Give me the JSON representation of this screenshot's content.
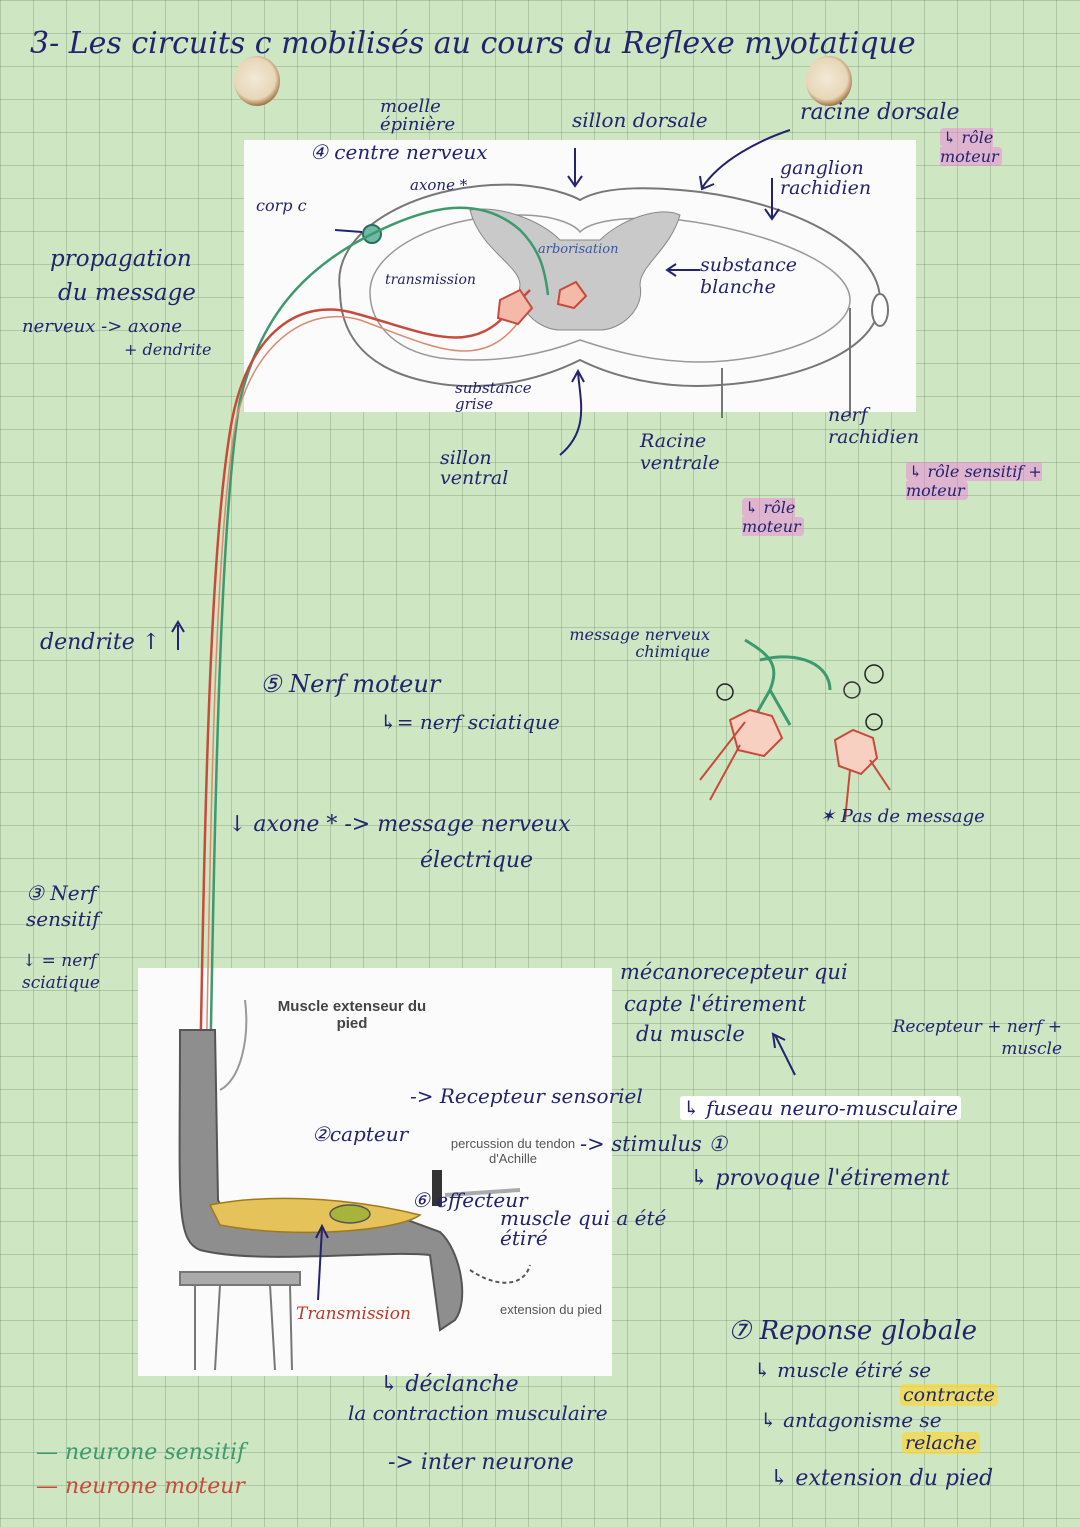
{
  "title": "3- Les circuits c mobilisés au cours du Reflexe myotatique",
  "spinal": {
    "moelle": "moelle épinière",
    "centre": "④ centre nerveux",
    "sillon_dorsale": "sillon dorsale",
    "racine_dorsale": "racine dorsale",
    "racine_dorsale_role": "↳ rôle moteur",
    "ganglion": "ganglion rachidien",
    "corps": "corp c",
    "axone_top": "axone *",
    "arborisation": "arborisation",
    "transmission": "transmission",
    "substance_blanche": "substance blanche",
    "substance_grise": "substance grise",
    "sillon_ventral": "sillon ventral",
    "racine_ventrale": "Racine ventrale",
    "racine_ventrale_role": "↳ rôle moteur",
    "nerf_rachidien": "nerf rachidien",
    "nerf_rachidien_role": "↳ rôle sensitif + moteur"
  },
  "propagation": [
    "propagation",
    "du message",
    "nerveux -> axone",
    "+ dendrite"
  ],
  "dendrite": "dendrite ↑",
  "nerf_moteur": "⑤ Nerf moteur",
  "nerf_sciatique_1": "↳= nerf sciatique",
  "synapse": {
    "message": "message nerveux chimique",
    "pas_message": "✶ Pas de message"
  },
  "axone_note": "↓ axone * -> message nerveux",
  "electrique": "électrique",
  "nerf_sensitif": "③ Nerf sensitif",
  "nerf_sciatique_2": "↓ = nerf sciatique",
  "mecano": [
    "mécanorecepteur qui",
    "capte l'étirement",
    "du muscle"
  ],
  "recepteur_nerf": "Recepteur + nerf + muscle",
  "figure": {
    "title": "Muscle extenseur du pied",
    "percussion": "percussion du tendon d'Achille",
    "extension": "extension du pied"
  },
  "recepteur_sensoriel": "-> Recepteur sensoriel",
  "fuseau": "↳ fuseau neuro-musculaire",
  "capteur": "②capteur",
  "stimulus": "-> stimulus ①",
  "provoque": "↳ provoque l'étirement",
  "effecteur": "⑥ effecteur",
  "muscle_etire": "muscle qui a été étiré",
  "transmission_low": "Transmission",
  "declenche": "↳ déclanche",
  "contraction": "la contraction musculaire",
  "reponse": {
    "title": "⑦ Reponse globale",
    "l1": "↳ muscle étiré se",
    "l2": "contracte",
    "l3": "↳ antagonisme se",
    "l4": "relache",
    "l5": "↳ extension du pied"
  },
  "legend": {
    "sensitif": "— neurone sensitif",
    "moteur": "— neurone moteur",
    "inter": "-> inter neurone"
  },
  "colors": {
    "ink": "#23236e",
    "sensory": "#3c9a6e",
    "motor": "#c84a3a",
    "paper": "#cfe6c3"
  }
}
